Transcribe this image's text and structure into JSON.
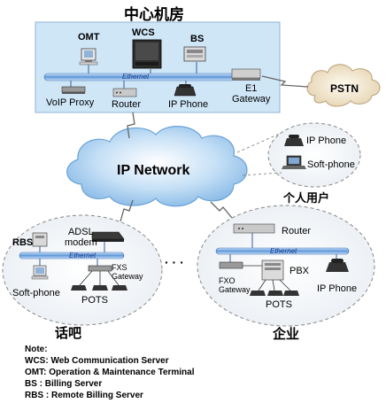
{
  "center": {
    "title": "中心机房",
    "ethernet": "Ethernet",
    "omt": "OMT",
    "wcs": "WCS",
    "bs": "BS",
    "voip_proxy": "VoIP Proxy",
    "router": "Router",
    "ip_phone": "IP Phone",
    "e1_gateway": "E1\nGateway"
  },
  "pstn": "PSTN",
  "ip_network": "IP Network",
  "personal": {
    "ip_phone": "IP Phone",
    "soft_phone": "Soft-phone",
    "title": "个人用户"
  },
  "cafe": {
    "adsl_modem": "ADSL\nmodem",
    "rbs": "RBS",
    "ethernet": "Ethernet",
    "fxs_gateway": "FXS\nGateway",
    "soft_phone": "Soft-phone",
    "pots": "POTS",
    "title": "话吧"
  },
  "dots": "· · ·",
  "enterprise": {
    "router": "Router",
    "ethernet": "Ethernet",
    "pbx": "PBX",
    "fxo_gateway": "FXO\nGateway",
    "ip_phone": "IP Phone",
    "pots": "POTS",
    "title": "企业"
  },
  "notes": {
    "heading": "Note:",
    "line1": "WCS: Web Communication Server",
    "line2": "OMT:  Operation & Maintenance Terminal",
    "line3": "BS :    Billing Server",
    "line4": "RBS :  Remote  Billing Server"
  },
  "colors": {
    "center_box": "#cfe6f7",
    "ethernet_bar": "#7db3e6",
    "cloud": "#9ec9ee",
    "pstn_cloud": "#f3e7cf",
    "dashed": "#777777"
  }
}
